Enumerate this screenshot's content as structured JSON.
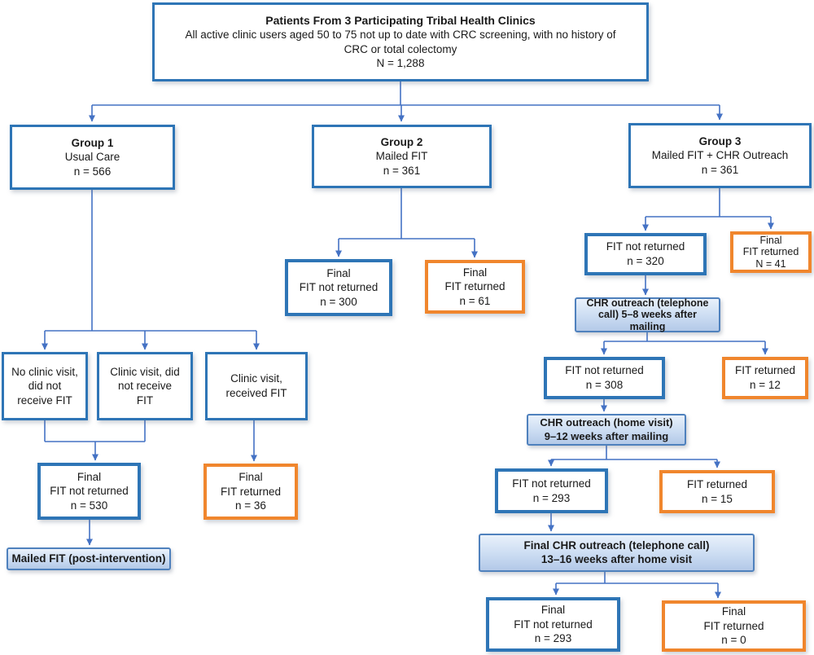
{
  "figure": {
    "background": "#ffffff"
  },
  "colors": {
    "blue_border": "#2E75B6",
    "orange_border": "#F0862D",
    "connector": "#4472C4",
    "filled_fill_top": "#E9F1FB",
    "filled_fill_bottom": "#B3C9E8",
    "filled_border": "#4F81BD"
  },
  "nodes": {
    "top": {
      "title": "Patients From 3 Participating Tribal Health Clinics",
      "body": "All active clinic users aged 50 to 75 not up to date with CRC screening, with no history of\nCRC or total colectomy\nN = 1,288"
    },
    "group1": {
      "title": "Group 1",
      "body": "Usual Care\nn = 566"
    },
    "group2": {
      "title": "Group 2",
      "body": "Mailed FIT\nn = 361"
    },
    "group3": {
      "title": "Group 3",
      "body": "Mailed FIT + CHR Outreach\nn = 361"
    },
    "g1_no_visit": {
      "body": "No clinic visit,\ndid not\nreceive FIT"
    },
    "g1_visit_no_fit": {
      "body": "Clinic visit, did\nnot receive\nFIT"
    },
    "g1_visit_fit": {
      "body": "Clinic visit,\nreceived FIT"
    },
    "g1_final_not_returned": {
      "body": "Final\nFIT not returned\nn = 530"
    },
    "g1_final_returned": {
      "body": "Final\nFIT returned\nn = 36"
    },
    "g1_mailed_post": {
      "body": "Mailed FIT (post-intervention)"
    },
    "g2_final_not_returned": {
      "body": "Final\nFIT not returned\nn = 300"
    },
    "g2_final_returned": {
      "body": "Final\nFIT returned\nn = 61"
    },
    "g3_not_returned_320": {
      "body": "FIT not returned\nn = 320"
    },
    "g3_final_returned_41": {
      "body": "Final\nFIT returned\nN = 41"
    },
    "g3_outreach_phone": {
      "body": "CHR outreach (telephone\ncall) 5–8 weeks after\nmailing"
    },
    "g3_not_returned_308": {
      "body": "FIT not returned\nn = 308"
    },
    "g3_returned_12": {
      "body": "FIT returned\nn = 12"
    },
    "g3_outreach_home": {
      "body": "CHR outreach (home visit)\n9–12 weeks after mailing"
    },
    "g3_not_returned_293": {
      "body": "FIT not returned\nn = 293"
    },
    "g3_returned_15": {
      "body": "FIT returned\nn = 15"
    },
    "g3_outreach_final": {
      "body": "Final CHR outreach (telephone call)\n13–16 weeks after home visit"
    },
    "g3_final_not_returned": {
      "body": "Final\nFIT not returned\nn = 293"
    },
    "g3_final_returned_0": {
      "body": "Final\nFIT returned\nn = 0"
    }
  }
}
